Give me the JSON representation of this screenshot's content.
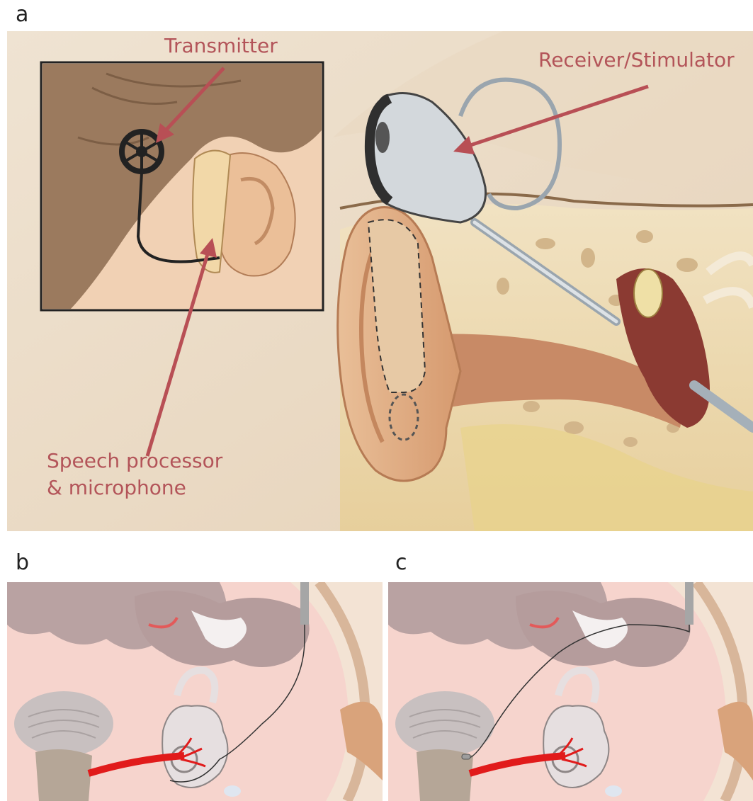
{
  "panels": {
    "a": {
      "letter": "a",
      "labels": {
        "transmitter": "Transmitter",
        "receiver": "Receiver/Stimulator",
        "processor_line1": "Speech processor",
        "processor_line2": "& microphone"
      }
    },
    "b": {
      "letter": "b"
    },
    "c": {
      "letter": "c"
    }
  },
  "colors": {
    "label_red": "#b35459",
    "arrow_red": "#b84f55",
    "skin": "#f0c9a3",
    "background_beige": "#eddcc6",
    "brain_pink": "#f6d4cd",
    "nerve_red": "#e11b1b",
    "brain_mauve": "#b9a2a2"
  }
}
